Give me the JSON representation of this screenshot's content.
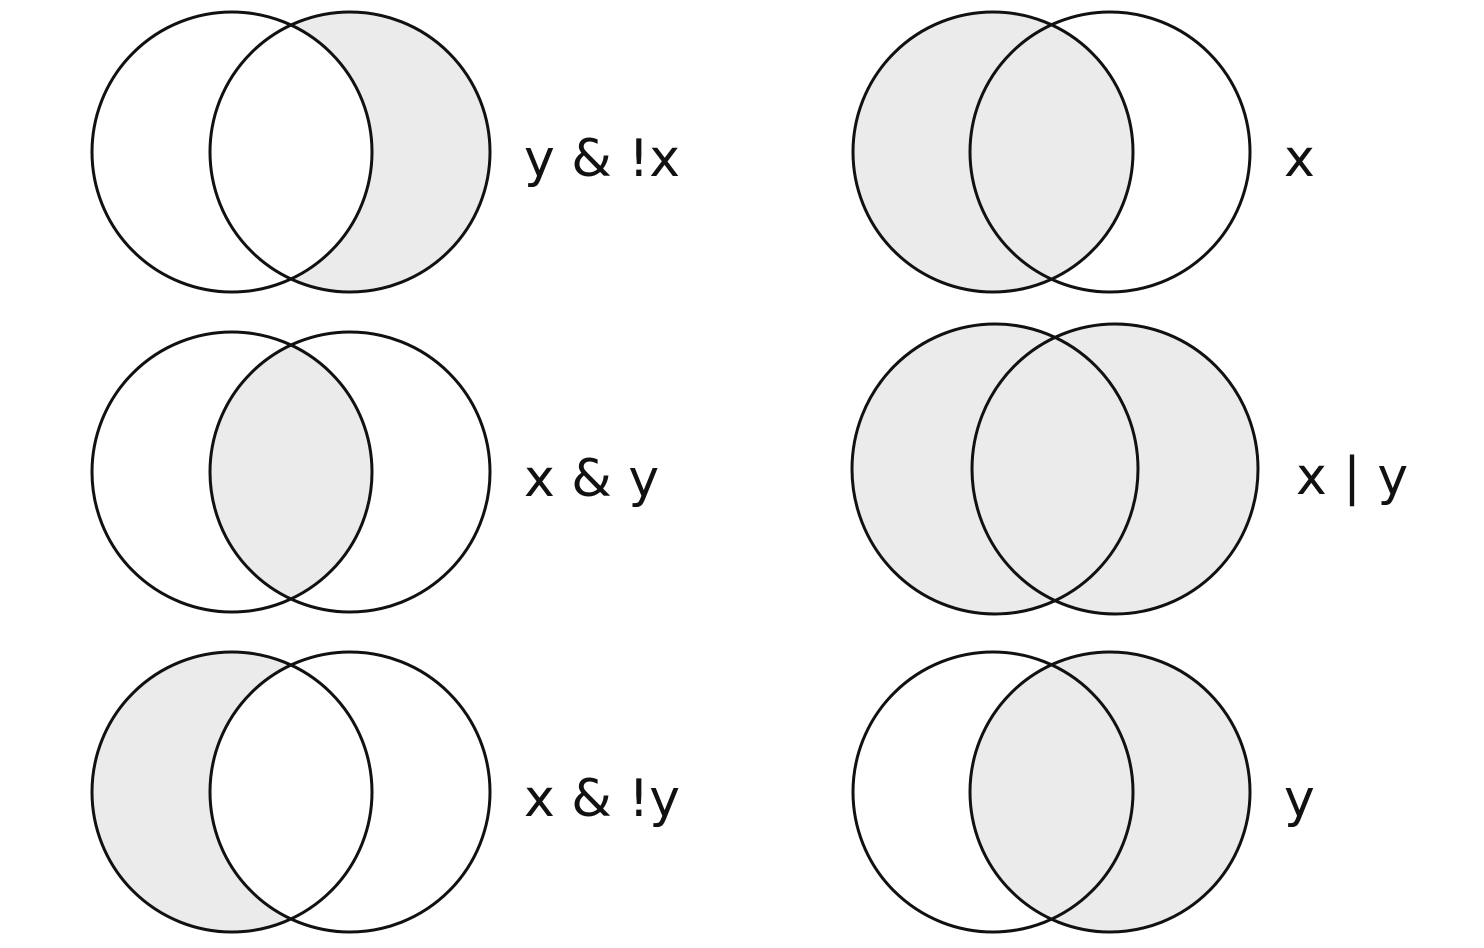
{
  "style": {
    "fill_color": "#ebebeb",
    "stroke_color": "#111111",
    "background": "#ffffff"
  },
  "diagrams": [
    {
      "id": "y-and-not-x",
      "label": "y & !x",
      "shade_left_only": false,
      "shade_intersection": false,
      "shade_right_only": true
    },
    {
      "id": "x",
      "label": "x",
      "shade_left_only": true,
      "shade_intersection": true,
      "shade_right_only": false
    },
    {
      "id": "x-and-y",
      "label": "x & y",
      "shade_left_only": false,
      "shade_intersection": true,
      "shade_right_only": false
    },
    {
      "id": "x-or-y",
      "label": "x | y",
      "shade_left_only": true,
      "shade_intersection": true,
      "shade_right_only": true
    },
    {
      "id": "x-and-not-y",
      "label": "x & !y",
      "shade_left_only": true,
      "shade_intersection": false,
      "shade_right_only": false
    },
    {
      "id": "y",
      "label": "y",
      "shade_left_only": false,
      "shade_intersection": true,
      "shade_right_only": true
    }
  ]
}
